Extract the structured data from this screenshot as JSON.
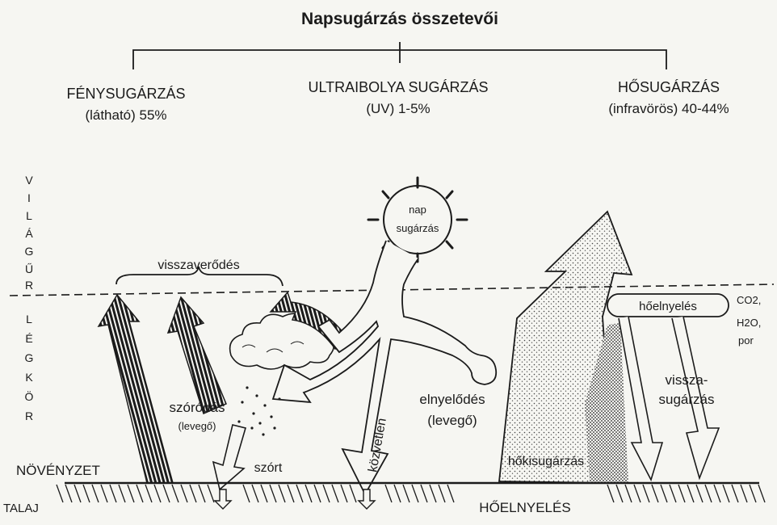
{
  "title": "Napsugárzás összetevői",
  "components": [
    {
      "name": "FÉNYSUGÁRZÁS",
      "detail": "(látható) 55%"
    },
    {
      "name": "ULTRAIBOLYA SUGÁRZÁS",
      "detail": "(UV) 1-5%"
    },
    {
      "name": "HŐSUGÁRZÁS",
      "detail": "(infravörös) 40-44%"
    }
  ],
  "left_axis": {
    "space": [
      "V",
      "I",
      "L",
      "Á",
      "G",
      "Ű",
      "R"
    ],
    "atmosphere": [
      "L",
      "É",
      "G",
      "K",
      "Ö",
      "R"
    ]
  },
  "sun_label": [
    "nap",
    "sugárzás"
  ],
  "labels": {
    "reflection": "visszaverődés",
    "scattering": "szóródás",
    "scattering_air": "(levegő)",
    "scattered": "szórt",
    "direct": "közvetlen",
    "absorption": "elnyelődés",
    "absorption_air": "(levegő)",
    "heat_absorption": "hőelnyelés",
    "gases": [
      "CO2,",
      "H2O,",
      "por"
    ],
    "counter_radiation": [
      "vissza-",
      "sugárzás"
    ],
    "heat_emission": "hőkisugárzás",
    "vegetation": "NÖVÉNYZET",
    "soil": "TALAJ",
    "ground_heat_absorption": "HŐELNYELÉS"
  },
  "colors": {
    "ink": "#1b1b1b",
    "paper": "#f6f6f2"
  }
}
